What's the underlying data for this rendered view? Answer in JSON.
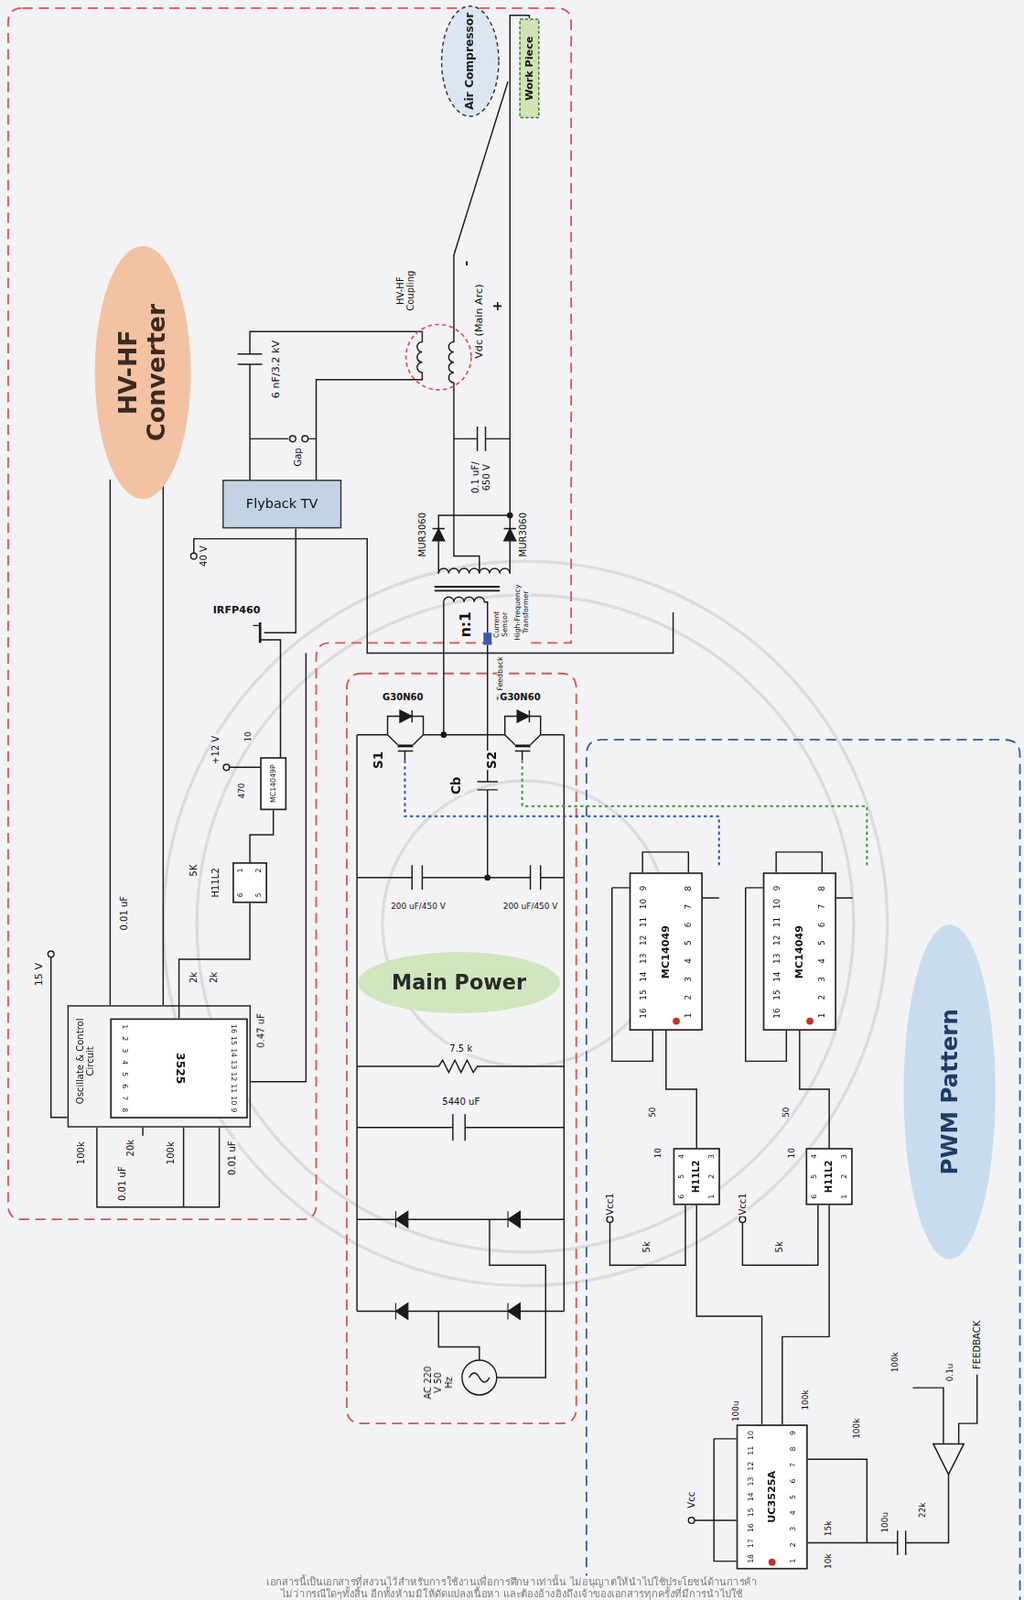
{
  "diagram": {
    "nodes": [
      {
        "text": [
          "HV-HF Converter"
        ]
      },
      {
        "text": [
          "Air Compressor"
        ]
      },
      {
        "text": [
          "Work Piece"
        ]
      },
      {
        "text": [
          "Flyback TV"
        ]
      },
      {
        "text": [
          "Oscillate & Control Circuit"
        ]
      },
      {
        "text": [
          "3525",
          "1 2 3 4 5 6 7 8",
          "16 15 14 13 12 11 10 9"
        ],
        "in": 4
      },
      {
        "text": [
          "MC14049P"
        ]
      },
      {
        "text": [
          "H11L2",
          "1",
          "6",
          "2",
          "5"
        ]
      },
      {
        "text": [
          "Main Power"
        ]
      },
      {
        "text": [
          "MC14049",
          "16 15 14 13 12 11 10 9",
          "1 2 3 4 5 6 7 8"
        ]
      },
      {
        "text": [
          "MC14049",
          "16 15 14 13 12 11 10 9",
          "1 2 3 4 5 6 7 8"
        ]
      },
      {
        "text": [
          "H11L2",
          "1 2 3",
          "6 5 4"
        ]
      },
      {
        "text": [
          "H11L2",
          "1 2 3",
          "6 5 4"
        ]
      },
      {
        "text": [
          "UC3525A",
          "18 17 16 15 14 13 12 11 10",
          "1 2 3 4 5 6 7 8 9"
        ]
      },
      {
        "text": [
          "PWM Pattern"
        ]
      }
    ],
    "edges": [
      {
        "from": 11,
        "to": 9,
        "arrow": "none"
      },
      {
        "from": 12,
        "to": 10,
        "arrow": "none"
      },
      {
        "from": 13,
        "to": 11,
        "arrow": "none"
      },
      {
        "from": 13,
        "to": 12,
        "arrow": "none"
      },
      {
        "from": 5,
        "to": 7,
        "arrow": "none"
      },
      {
        "from": 7,
        "to": 6,
        "arrow": "none"
      }
    ],
    "labels": [
      "15 V",
      "0.01 uF",
      "2k",
      "2k",
      "0.47 uF",
      "100k",
      "20k",
      "100k",
      "0.01 uF",
      "0.01 uF",
      "5K",
      "+12 V",
      "470",
      "10",
      "IRFP460",
      "40 V",
      "6 nF/3.2 kV",
      "Gap",
      "HV-HF Coupling",
      "-",
      "Vdc (Main Arc)",
      "+",
      "0.1 uF/ 650 V",
      "MUR3060",
      "MUR3060",
      "n:1",
      "High-Frequency Transformer",
      "Current Sensor",
      "To Feedback",
      "G30N60",
      "S1",
      "Cb",
      "G30N60",
      "S2",
      "200 uF/450 V",
      "200 uF/450 V",
      "7.5 k",
      "5440 uF",
      "AC 220 V 50 Hz",
      "Vcc1",
      "5k",
      "50",
      "10",
      "Vcc1",
      "5k",
      "50",
      "10",
      "Vcc",
      "100k",
      "100u",
      "100k",
      "15k",
      "100u",
      "10k",
      "100k",
      "0.1u",
      "FEEDBACK",
      "22k",
      "เอกสารนี้เป็นเอกสารที่สงวนไว้สำหรับการใช้งานเพื่อการศึกษาเท่านั้น ไม่อนุญาตให้นำไปใช้ประโยชน์ด้านการค้า",
      "ไม่ว่ากรณีใดๆทั้งสิ้น อีกทั้งห้ามมิให้ดัดแปลงเนื้อหา และต้องอ้างอิงถึงเจ้าของเอกสารทุกครั้งที่มีการนำไปใช้"
    ]
  }
}
